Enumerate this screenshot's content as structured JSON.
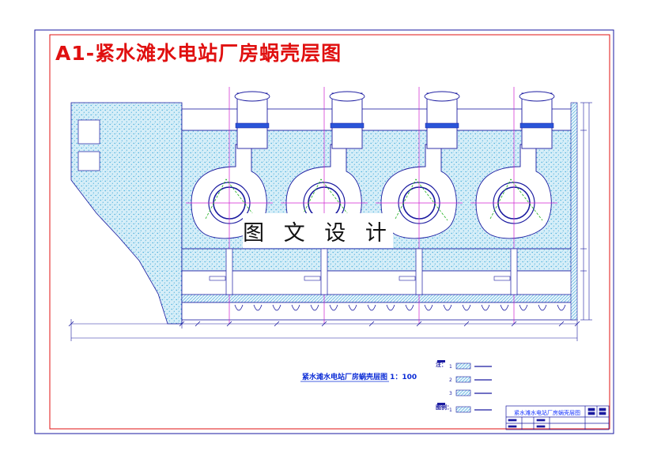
{
  "drawing": {
    "title": "A1-紧水滩水电站厂房蜗壳层图",
    "watermark": "图 文 设 计",
    "scale_caption": "紧水滩水电站厂房蜗壳层图    1：100",
    "title_block_name": "紧水滩水电站厂房蜗壳层图",
    "unit_count": 4,
    "colors": {
      "border": "#1a1aa0",
      "frame": "#e01010",
      "outline": "#1a1aa0",
      "concrete": "#cfeaf6",
      "concrete_dots": "#3aa7d8",
      "axis": "#d020d0",
      "guide": "#19b019",
      "dimension": "#1a1aa0"
    },
    "legend": {
      "heading1": "注：",
      "heading2": "图例：",
      "items": [
        {
          "id": "1"
        },
        {
          "id": "2"
        },
        {
          "id": "3"
        },
        {
          "id": "1"
        }
      ]
    }
  }
}
